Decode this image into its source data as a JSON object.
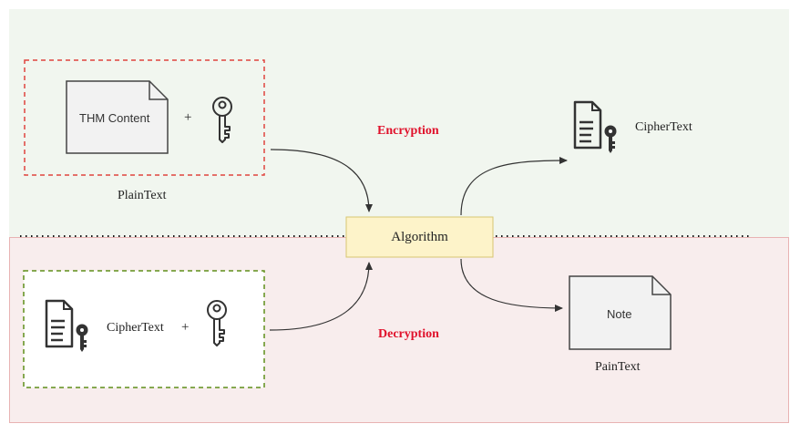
{
  "encryption": {
    "heading": "Encryption",
    "input_label": "PlainText",
    "document_label": "THM Content",
    "plus": "+",
    "output_label": "CipherText",
    "region_color": "#f1f6ef",
    "box_border_color": "#e0443f"
  },
  "algorithm": {
    "label": "Algorithm",
    "fill_color": "#fdf3c9",
    "border_color": "#d8c571"
  },
  "decryption": {
    "heading": "Decryption",
    "input_label": "CipherText",
    "plus": "+",
    "output_label": "PainText",
    "document_label": "Note",
    "region_color": "#f8eded",
    "region_border_color": "#e8b3b3",
    "box_border_color": "#5f8f1a"
  },
  "icons": {
    "key": "key-icon",
    "cipher_document": "encrypted-document-icon",
    "document": "document-icon"
  }
}
